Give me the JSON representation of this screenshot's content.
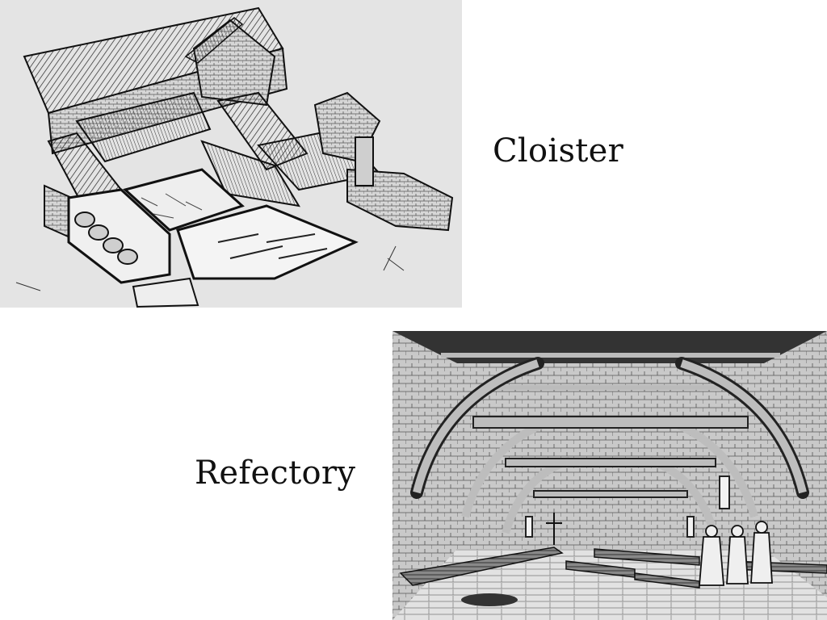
{
  "slide": {
    "captions": {
      "cloister": "Cloister",
      "refectory": "Refectory"
    },
    "colors": {
      "background": "#ffffff",
      "text": "#111111",
      "ink": "#1a1a1a",
      "paper": "#e4e4e4"
    },
    "illustrations": {
      "cloister": "monastery-cutaway-drawing",
      "refectory": "refectory-interior-drawing"
    }
  }
}
